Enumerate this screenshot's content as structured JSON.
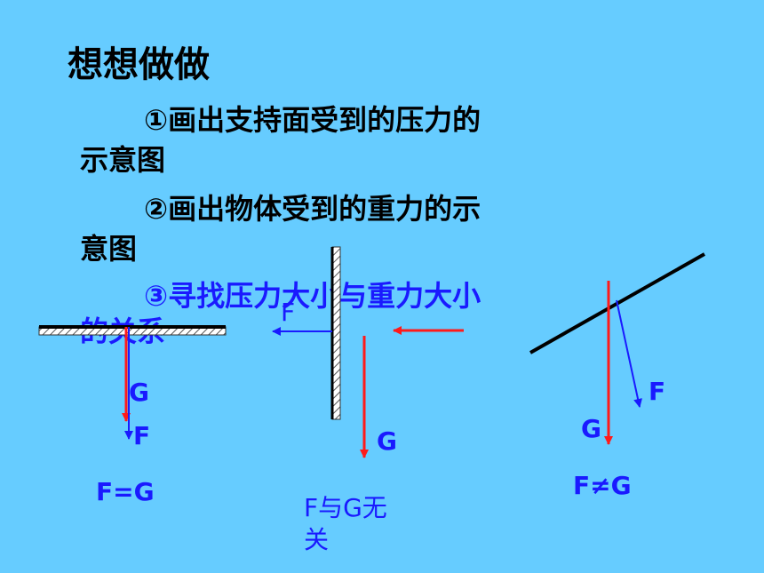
{
  "title": "想想做做",
  "items": {
    "item1_line1": "①画出支持面受到的压力的",
    "item1_line2": "示意图",
    "item2_line1": "②画出物体受到的重力的示",
    "item2_line2": "意图",
    "item3_line1": "③寻找压力大小与重力大小",
    "item3_line2": "的关系"
  },
  "diagram1": {
    "g_label": "G",
    "f_label": "F",
    "relation": "F=G"
  },
  "diagram2": {
    "f_label": "F",
    "g_label": "G",
    "relation_line1": "F与G无",
    "relation_line2": "关"
  },
  "diagram3": {
    "f_label": "F",
    "g_label": "G",
    "relation": "F≠G"
  },
  "colors": {
    "background": "#66ccff",
    "force_blue": "#1a1aff",
    "gravity_red": "#ff1a1a"
  }
}
